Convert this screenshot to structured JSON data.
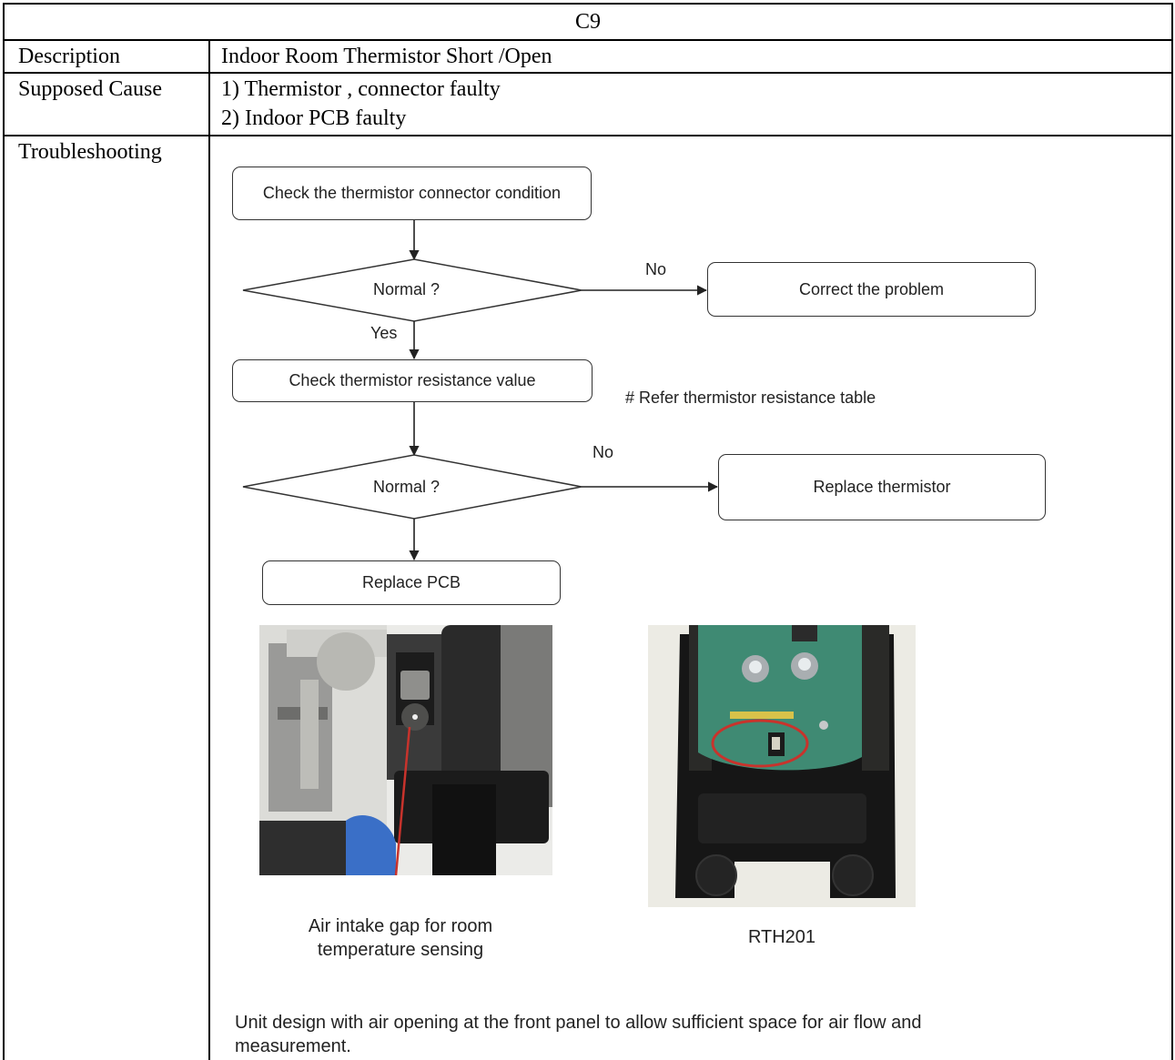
{
  "table": {
    "code": "C9",
    "rows": [
      {
        "label": "Description",
        "value": "Indoor Room Thermistor Short /Open"
      },
      {
        "label": "Supposed Cause",
        "lines": [
          "1) Thermistor , connector faulty",
          "2) Indoor PCB faulty"
        ]
      },
      {
        "label": "Troubleshooting"
      }
    ]
  },
  "flowchart": {
    "step1": "Check the thermistor connector condition",
    "decision1": "Normal ?",
    "no1": "No",
    "yes1": "Yes",
    "action1": "Correct the problem",
    "step2": "Check thermistor resistance value",
    "note2": "# Refer thermistor resistance table",
    "decision2": "Normal ?",
    "no2": "No",
    "action2": "Replace thermistor",
    "step3": "Replace  PCB"
  },
  "photos": {
    "left_caption_line1": "Air intake gap for room",
    "left_caption_line2": "temperature sensing",
    "right_caption": "RTH201",
    "circle_color": "#c8332c"
  },
  "footer": {
    "line1": "Unit design with air opening at the front panel to allow sufficient space for air flow and",
    "line2": "measurement."
  }
}
